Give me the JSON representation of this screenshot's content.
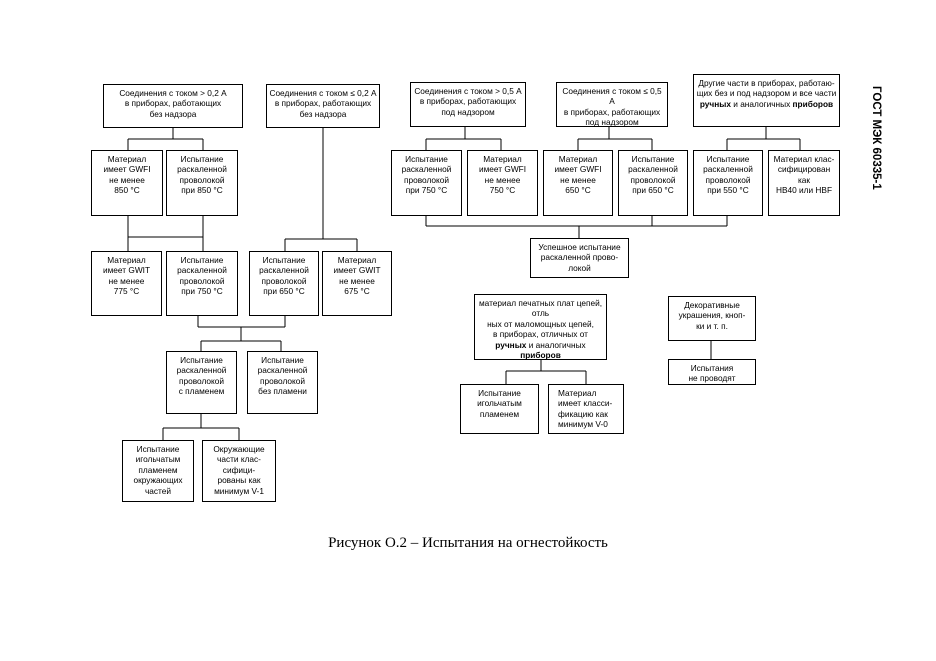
{
  "side_label": "ГОСТ МЭК 60335-1",
  "caption": "Рисунок О.2 – Испытания на огнестойкость",
  "boxes": {
    "b1": "Соединения с током > 0,2 А\nв приборах, работающих\nбез надзора",
    "b2": "Соединения с током ≤ 0,2 А\nв приборах, работающих\nбез надзора",
    "b3": "Соединения с током > 0,5 А\nв приборах, работающих\nпод надзором",
    "b4": "Соединения с током ≤ 0,5 А\nв приборах, работающих\nпод надзором",
    "b5_pre": "Другие части в приборах, работаю-\nщих без и под надзором и все части\n",
    "b5_bold1": "ручных",
    "b5_mid": " и аналогичных ",
    "b5_bold2": "приборов",
    "c1": "Материал\nимеет GWFI\nне менее\n850 °С",
    "c2": "Испытание\nраскаленной\nпроволокой\nпри 850 °С",
    "c3": "Испытание\nраскаленной\nпроволокой\nпри 750 °С",
    "c4": "Материал\nимеет GWFI\nне менее\n750 °С",
    "c5": "Материал\nимеет GWFI\nне менее\n650 °С",
    "c6": "Испытание\nраскаленной\nпроволокой\nпри 650 °С",
    "c7": "Испытание\nраскаленной\nпроволокой\nпри 550 °С",
    "c8": "Материал клас-\nсифицирован как\nНВ40 или НВF",
    "d1": "Материал\nимеет GWIT\nне менее\n775 °С",
    "d2": "Испытание\nраскаленной\nпроволокой\nпри 750 °С",
    "d3": "Испытание\nраскаленной\nпроволокой\nпри 650 °С",
    "d4": "Материал\nимеет GWIT\nне менее\n675 °С",
    "success": "Успешное испытание\nраскаленной прово-\nлокой",
    "pcb_pre": "материал печатных плат цепей, отль\nных от маломощных цепей,\nв приборах, отличных от\n",
    "pcb_bold1": "ручных",
    "pcb_mid": " и аналогичных\n",
    "pcb_bold2": "приборов",
    "deco": "Декоративные\nукрашения, кноп-\nки и т. п.",
    "notest": "Испытания\nне проводят",
    "e1": "Испытание\nраскаленной\nпроволокой\nс пламенем",
    "e2": "Испытание\nраскаленной\nпроволокой\nбез пламени",
    "f1": "Испытание\nигольчатым\nпламенем",
    "f2": "Материал\nимеет класси-\nфикацию как\nминимум V-0",
    "g1": "Испытание\nигольчатым\nпламенем\nокружающих\nчастей",
    "g2": "Окружающие\nчасти клас-\nсифици-\nрованы как\nминимум V-1"
  }
}
